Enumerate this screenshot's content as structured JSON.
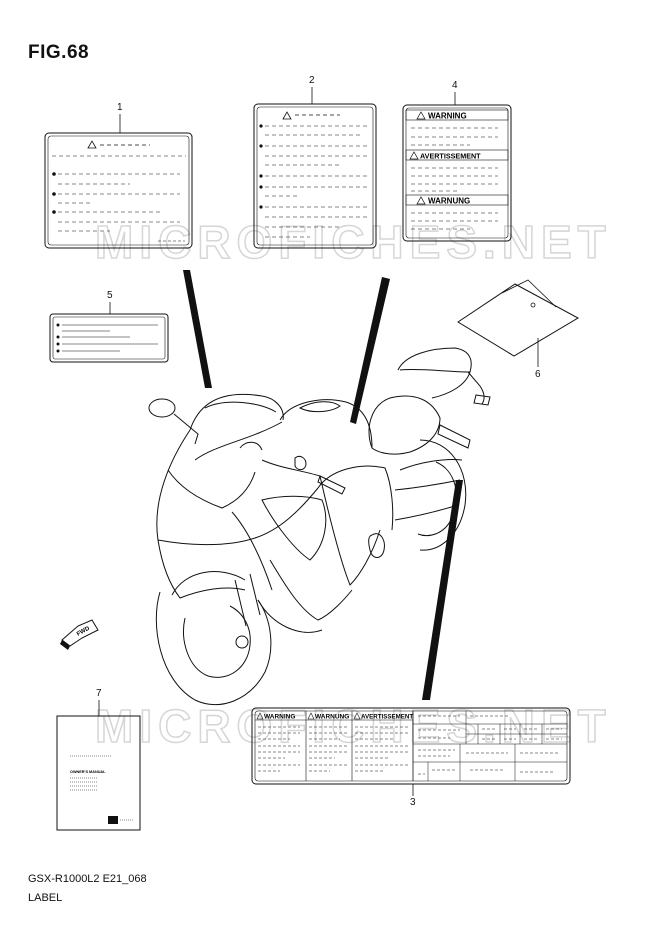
{
  "figure": {
    "title": "FIG.68"
  },
  "callouts": [
    {
      "id": "1",
      "label": "1"
    },
    {
      "id": "2",
      "label": "2"
    },
    {
      "id": "3",
      "label": "3"
    },
    {
      "id": "4",
      "label": "4"
    },
    {
      "id": "5",
      "label": "5"
    },
    {
      "id": "6",
      "label": "6"
    },
    {
      "id": "7",
      "label": "7"
    }
  ],
  "labels": {
    "warning": "WARNING",
    "avertissement": "AVERTISSEMENT",
    "warnung": "WARNUNG",
    "warning_small": "WARNING",
    "warnung_small": "WARNUNG",
    "avertissement_small": "AVERTISSEMENT",
    "owners_manual": "OWNER'S MANUAL",
    "fwd": "FWD"
  },
  "watermark": "MICROFICHES.NET",
  "footer": {
    "model_code": "GSX-R1000L2 E21_068",
    "section": "LABEL"
  },
  "colors": {
    "line": "#111111",
    "watermark": "#d8d8d8"
  }
}
